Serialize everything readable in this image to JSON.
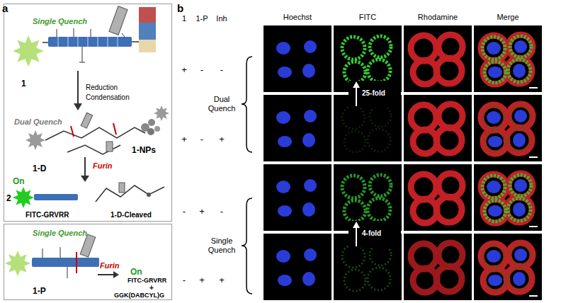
{
  "diagram": {
    "nodes": [
      {
        "text": [
          "Single Quench",
          "1",
          "Reduction",
          "Condensation",
          "Dual Quench",
          "1-D",
          "1-NPs",
          "Furin",
          "On",
          "2",
          "FITC-GRVRR",
          "1-D-Cleaved"
        ]
      },
      {
        "text": [
          "Single Quench",
          "1-P",
          "Furin",
          "On",
          "FITC-GRVRR",
          "+",
          "GGK(DABCYL)G"
        ]
      }
    ],
    "labels": [
      "a",
      "b",
      "1",
      "1-P",
      "Inh",
      "Hoechst",
      "FITC",
      "Rhodamine",
      "Merge",
      "+",
      "-",
      "-",
      "+",
      "-",
      "+",
      "-",
      "+",
      "-",
      "-",
      "+",
      "+",
      "Dual Quench",
      "25-fold",
      "Single Quench",
      "4-fold"
    ]
  }
}
